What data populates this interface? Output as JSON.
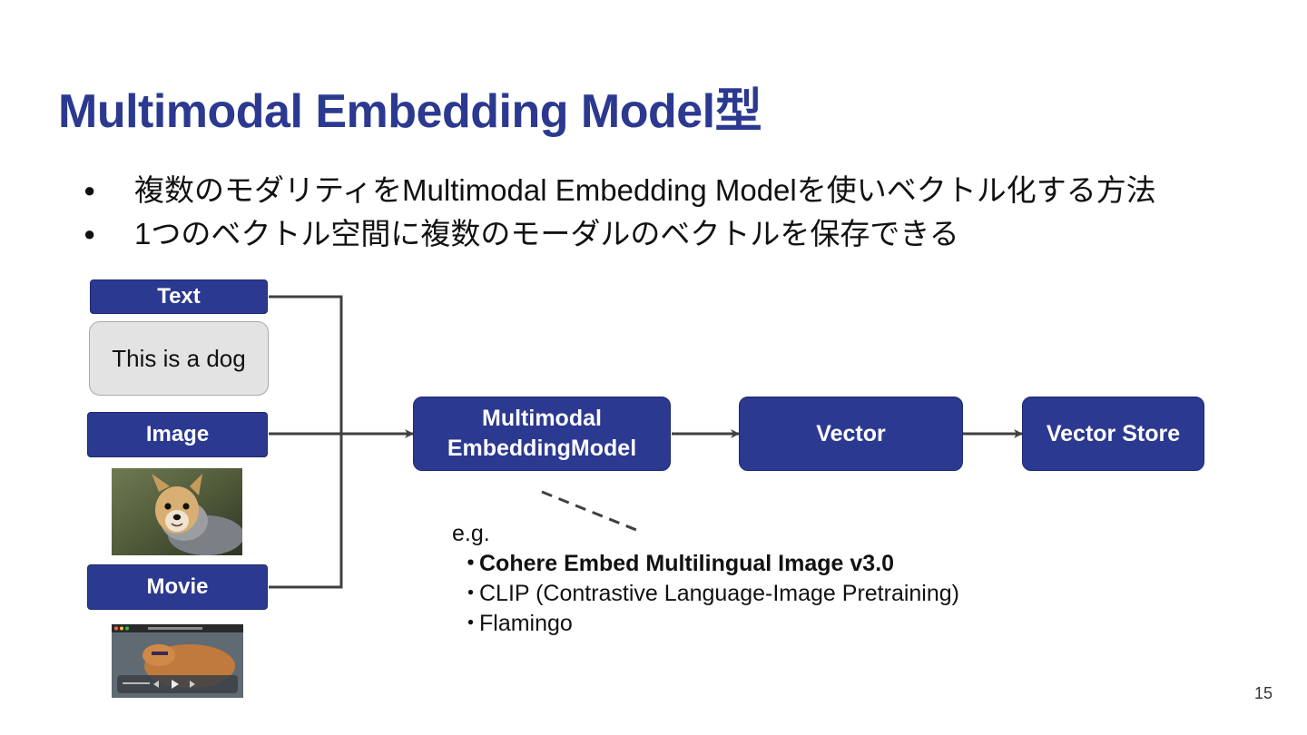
{
  "title": "Multimodal Embedding Model型",
  "bullets": [
    "複数のモダリティをMultimodal Embedding Modelを使いベクトル化する方法",
    "1つのベクトル空間に複数のモーダルのベクトルを保存できる"
  ],
  "bullet_symbol": "●",
  "inputs": {
    "text_label": "Text",
    "text_example": "This is a dog",
    "image_label": "Image",
    "movie_label": "Movie"
  },
  "model_box": {
    "line1": "Multimodal",
    "line2": "EmbeddingModel"
  },
  "vector_box": "Vector",
  "store_box": "Vector Store",
  "examples": {
    "heading": "e.g.",
    "marker": "・",
    "items": [
      {
        "text": "Cohere Embed Multilingual Image v3.0",
        "bold": true
      },
      {
        "text": "CLIP (Contrastive Language-Image Pretraining)",
        "bold": false
      },
      {
        "text": "Flamingo",
        "bold": false
      }
    ]
  },
  "page_number": "15",
  "colors": {
    "accent": "#2b3990",
    "connector": "#404040"
  }
}
